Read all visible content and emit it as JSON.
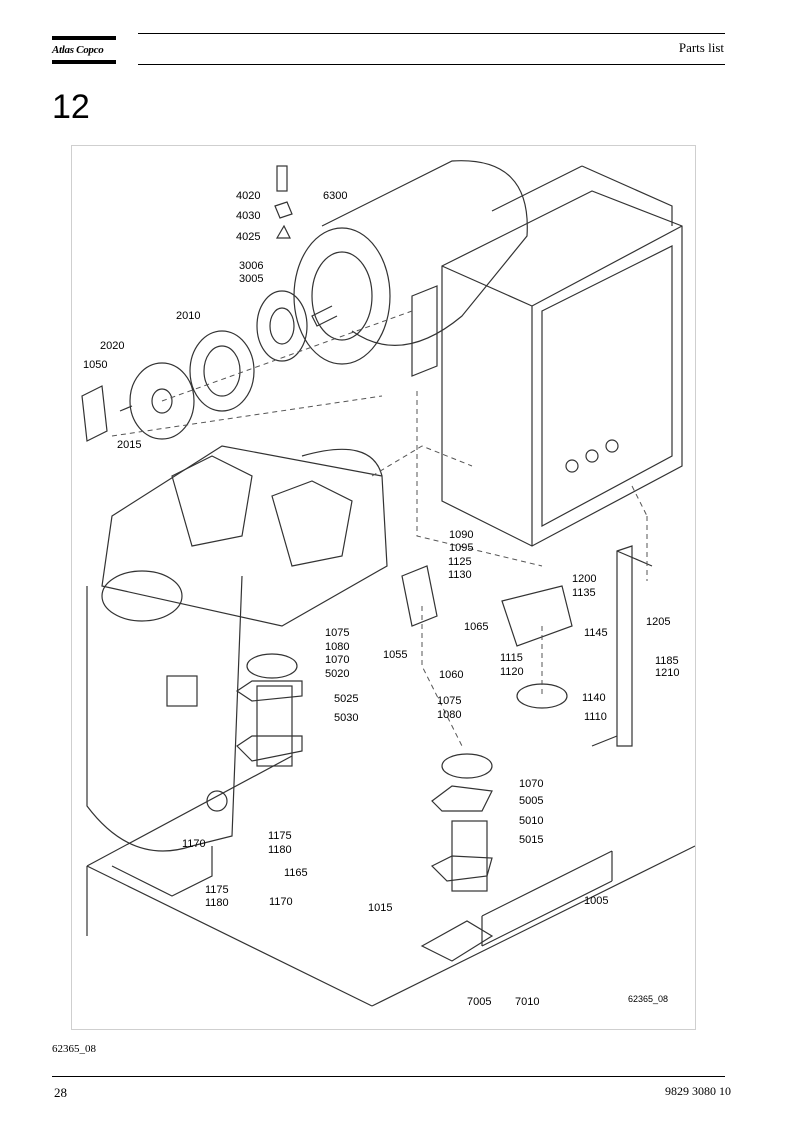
{
  "header": {
    "brand": "Atlas Copco",
    "title": "Parts list"
  },
  "section": {
    "number": "12"
  },
  "figure": {
    "code": "62365_08",
    "labels": [
      "4020",
      "4030",
      "4025",
      "6300",
      "3006",
      "3005",
      "2010",
      "2020",
      "1050",
      "2015",
      "1090",
      "1095",
      "1125",
      "1130",
      "1200",
      "1135",
      "1205",
      "1065",
      "1145",
      "1055",
      "1060",
      "1115",
      "1120",
      "1185",
      "1210",
      "1140",
      "1110",
      "1075",
      "1080",
      "1070",
      "5020",
      "5025",
      "5030",
      "1075",
      "1080",
      "1070",
      "5005",
      "5010",
      "5015",
      "1175",
      "1180",
      "1170",
      "1165",
      "1175",
      "1180",
      "1170",
      "1015",
      "1005",
      "7005",
      "7010"
    ]
  },
  "caption": "62365_08",
  "footer": {
    "page": "28",
    "doc_number": "9829 3080 10"
  }
}
